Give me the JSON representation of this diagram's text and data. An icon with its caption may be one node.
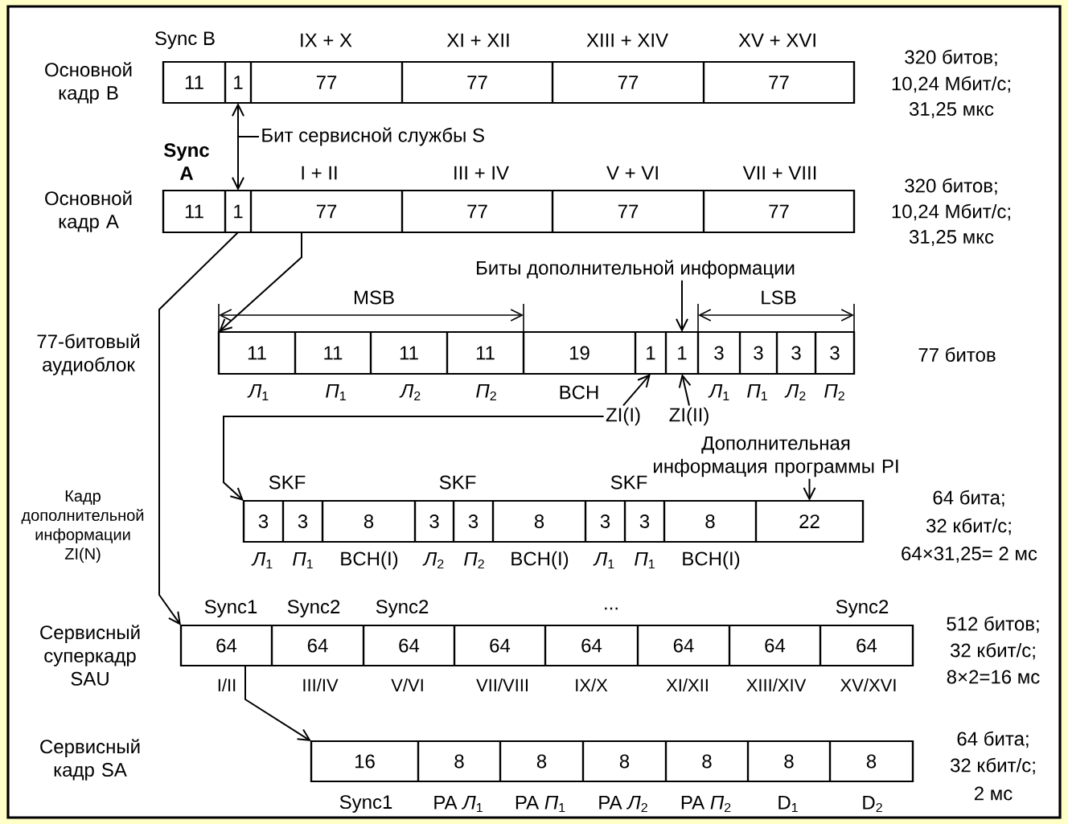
{
  "diagram": {
    "nodes": [
      {
        "text": [
          "Основной кадр B"
        ],
        "beside": [
          "320 битов;",
          "10,24 Мбит/с;",
          "31,25 мкс"
        ]
      },
      {
        "text": [
          "11"
        ],
        "in": 0
      },
      {
        "text": [
          "1"
        ],
        "in": 0
      },
      {
        "text": [
          "77"
        ],
        "in": 0
      },
      {
        "text": [
          "77"
        ],
        "in": 0
      },
      {
        "text": [
          "77"
        ],
        "in": 0
      },
      {
        "text": [
          "77"
        ],
        "in": 0
      },
      {
        "text": [
          "Бит сервисной службы S"
        ]
      },
      {
        "text": [
          "Основной кадр A"
        ],
        "beside": [
          "320 битов;",
          "10,24 Мбит/с;",
          "31,25 мкс"
        ]
      },
      {
        "text": [
          "11"
        ],
        "in": 8
      },
      {
        "text": [
          "1"
        ],
        "in": 8
      },
      {
        "text": [
          "77"
        ],
        "in": 8
      },
      {
        "text": [
          "77"
        ],
        "in": 8
      },
      {
        "text": [
          "77"
        ],
        "in": 8
      },
      {
        "text": [
          "77"
        ],
        "in": 8
      },
      {
        "text": [
          "Биты дополнительной информации"
        ]
      },
      {
        "text": [
          "77-битовый аудиоблок"
        ],
        "beside": [
          "77 битов"
        ]
      },
      {
        "text": [
          "11"
        ],
        "in": 16
      },
      {
        "text": [
          "11"
        ],
        "in": 16
      },
      {
        "text": [
          "11"
        ],
        "in": 16
      },
      {
        "text": [
          "11"
        ],
        "in": 16
      },
      {
        "text": [
          "19"
        ],
        "in": 16
      },
      {
        "text": [
          "1"
        ],
        "in": 16
      },
      {
        "text": [
          "1"
        ],
        "in": 16
      },
      {
        "text": [
          "3"
        ],
        "in": 16
      },
      {
        "text": [
          "3"
        ],
        "in": 16
      },
      {
        "text": [
          "3"
        ],
        "in": 16
      },
      {
        "text": [
          "3"
        ],
        "in": 16
      },
      {
        "text": [
          "ZI(I)"
        ]
      },
      {
        "text": [
          "ZI(II)"
        ]
      },
      {
        "text": [
          "Дополнительная информация программы PI"
        ]
      },
      {
        "text": [],
        "shape": "box",
        "beside": [
          "64 бита;",
          "32 кбит/с;",
          "64×31,25= 2 мс"
        ]
      },
      {
        "text": [
          "3"
        ],
        "in": 31
      },
      {
        "text": [
          "3"
        ],
        "in": 31
      },
      {
        "text": [
          "8"
        ],
        "in": 31
      },
      {
        "text": [
          "3"
        ],
        "in": 31
      },
      {
        "text": [
          "3"
        ],
        "in": 31
      },
      {
        "text": [
          "8"
        ],
        "in": 31
      },
      {
        "text": [
          "3"
        ],
        "in": 31
      },
      {
        "text": [
          "3"
        ],
        "in": 31
      },
      {
        "text": [
          "8"
        ],
        "in": 31
      },
      {
        "text": [
          "22"
        ],
        "in": 31
      },
      {
        "text": [
          "Сервисный суперкадр SAU"
        ],
        "beside": [
          "512 битов;",
          "32 кбит/с;",
          "8×2=16 мс"
        ]
      },
      {
        "text": [
          "64"
        ],
        "in": 42
      },
      {
        "text": [
          "64"
        ],
        "in": 42
      },
      {
        "text": [
          "64"
        ],
        "in": 42
      },
      {
        "text": [
          "64"
        ],
        "in": 42
      },
      {
        "text": [
          "64"
        ],
        "in": 42
      },
      {
        "text": [
          "64"
        ],
        "in": 42
      },
      {
        "text": [
          "64"
        ],
        "in": 42
      },
      {
        "text": [
          "64"
        ],
        "in": 42
      },
      {
        "text": [],
        "shape": "box",
        "beside": [
          "64 бита;",
          "32 кбит/с;",
          "2 мс"
        ]
      },
      {
        "text": [
          "16"
        ],
        "in": 51
      },
      {
        "text": [
          "8"
        ],
        "in": 51
      },
      {
        "text": [
          "8"
        ],
        "in": 51
      },
      {
        "text": [
          "8"
        ],
        "in": 51
      },
      {
        "text": [
          "8"
        ],
        "in": 51
      },
      {
        "text": [
          "8"
        ],
        "in": 51
      },
      {
        "text": [
          "8"
        ],
        "in": 51
      }
    ],
    "edges": [
      {
        "from": 7,
        "to": 2,
        "arrow": "to"
      },
      {
        "from": 7,
        "to": 10,
        "arrow": "to"
      },
      {
        "from": 10,
        "to": 42,
        "arrow": "to"
      },
      {
        "from": 11,
        "to": 16,
        "arrow": "to"
      },
      {
        "from": 15,
        "to": 23,
        "arrow": "to"
      },
      {
        "from": 28,
        "to": 22,
        "arrow": "to"
      },
      {
        "from": 29,
        "to": 23,
        "arrow": "to"
      },
      {
        "from": 28,
        "to": 31,
        "arrow": "to"
      },
      {
        "from": 30,
        "to": 41,
        "arrow": "to"
      },
      {
        "from": 43,
        "to": 51,
        "arrow": "to"
      }
    ],
    "labels": [
      "Sync B",
      "IX + X",
      "XI + XII",
      "XIII + XIV",
      "XV + XVI",
      "Sync A",
      "I + II",
      "III + IV",
      "V + VI",
      "VII + VIII",
      "MSB",
      "LSB",
      "*Л*$_{1}$",
      "*П*$_{1}$",
      "*Л*$_{2}$",
      "*П*$_{2}$",
      "BCH",
      "*Л*$_{1}$",
      "*П*$_{1}$",
      "*Л*$_{2}$",
      "*П*$_{2}$",
      "SKF",
      "SKF",
      "SKF",
      "*Л*$_{1}$",
      "*П*$_{1}$",
      "BCH(I)",
      "*Л*$_{2}$",
      "*П*$_{2}$",
      "BCH(I)",
      "*Л*$_{1}$",
      "*П*$_{1}$",
      "BCH(I)",
      "Sync1",
      "Sync2",
      "Sync2",
      "...",
      "Sync2",
      "I/II",
      "III/IV",
      "V/VI",
      "VII/VIII",
      "IX/X",
      "XI/XII",
      "XIII/XIV",
      "XV/XVI",
      "Sync1",
      "PA *Л*$_{1}$",
      "PA *П*$_{1}$",
      "PA *Л*$_{2}$",
      "PA *П*$_{2}$",
      "D$_{1}$",
      "D$_{2}$",
      "Кадр дополнительной информации ZI(N)",
      "Сервисный кадр SA"
    ]
  }
}
